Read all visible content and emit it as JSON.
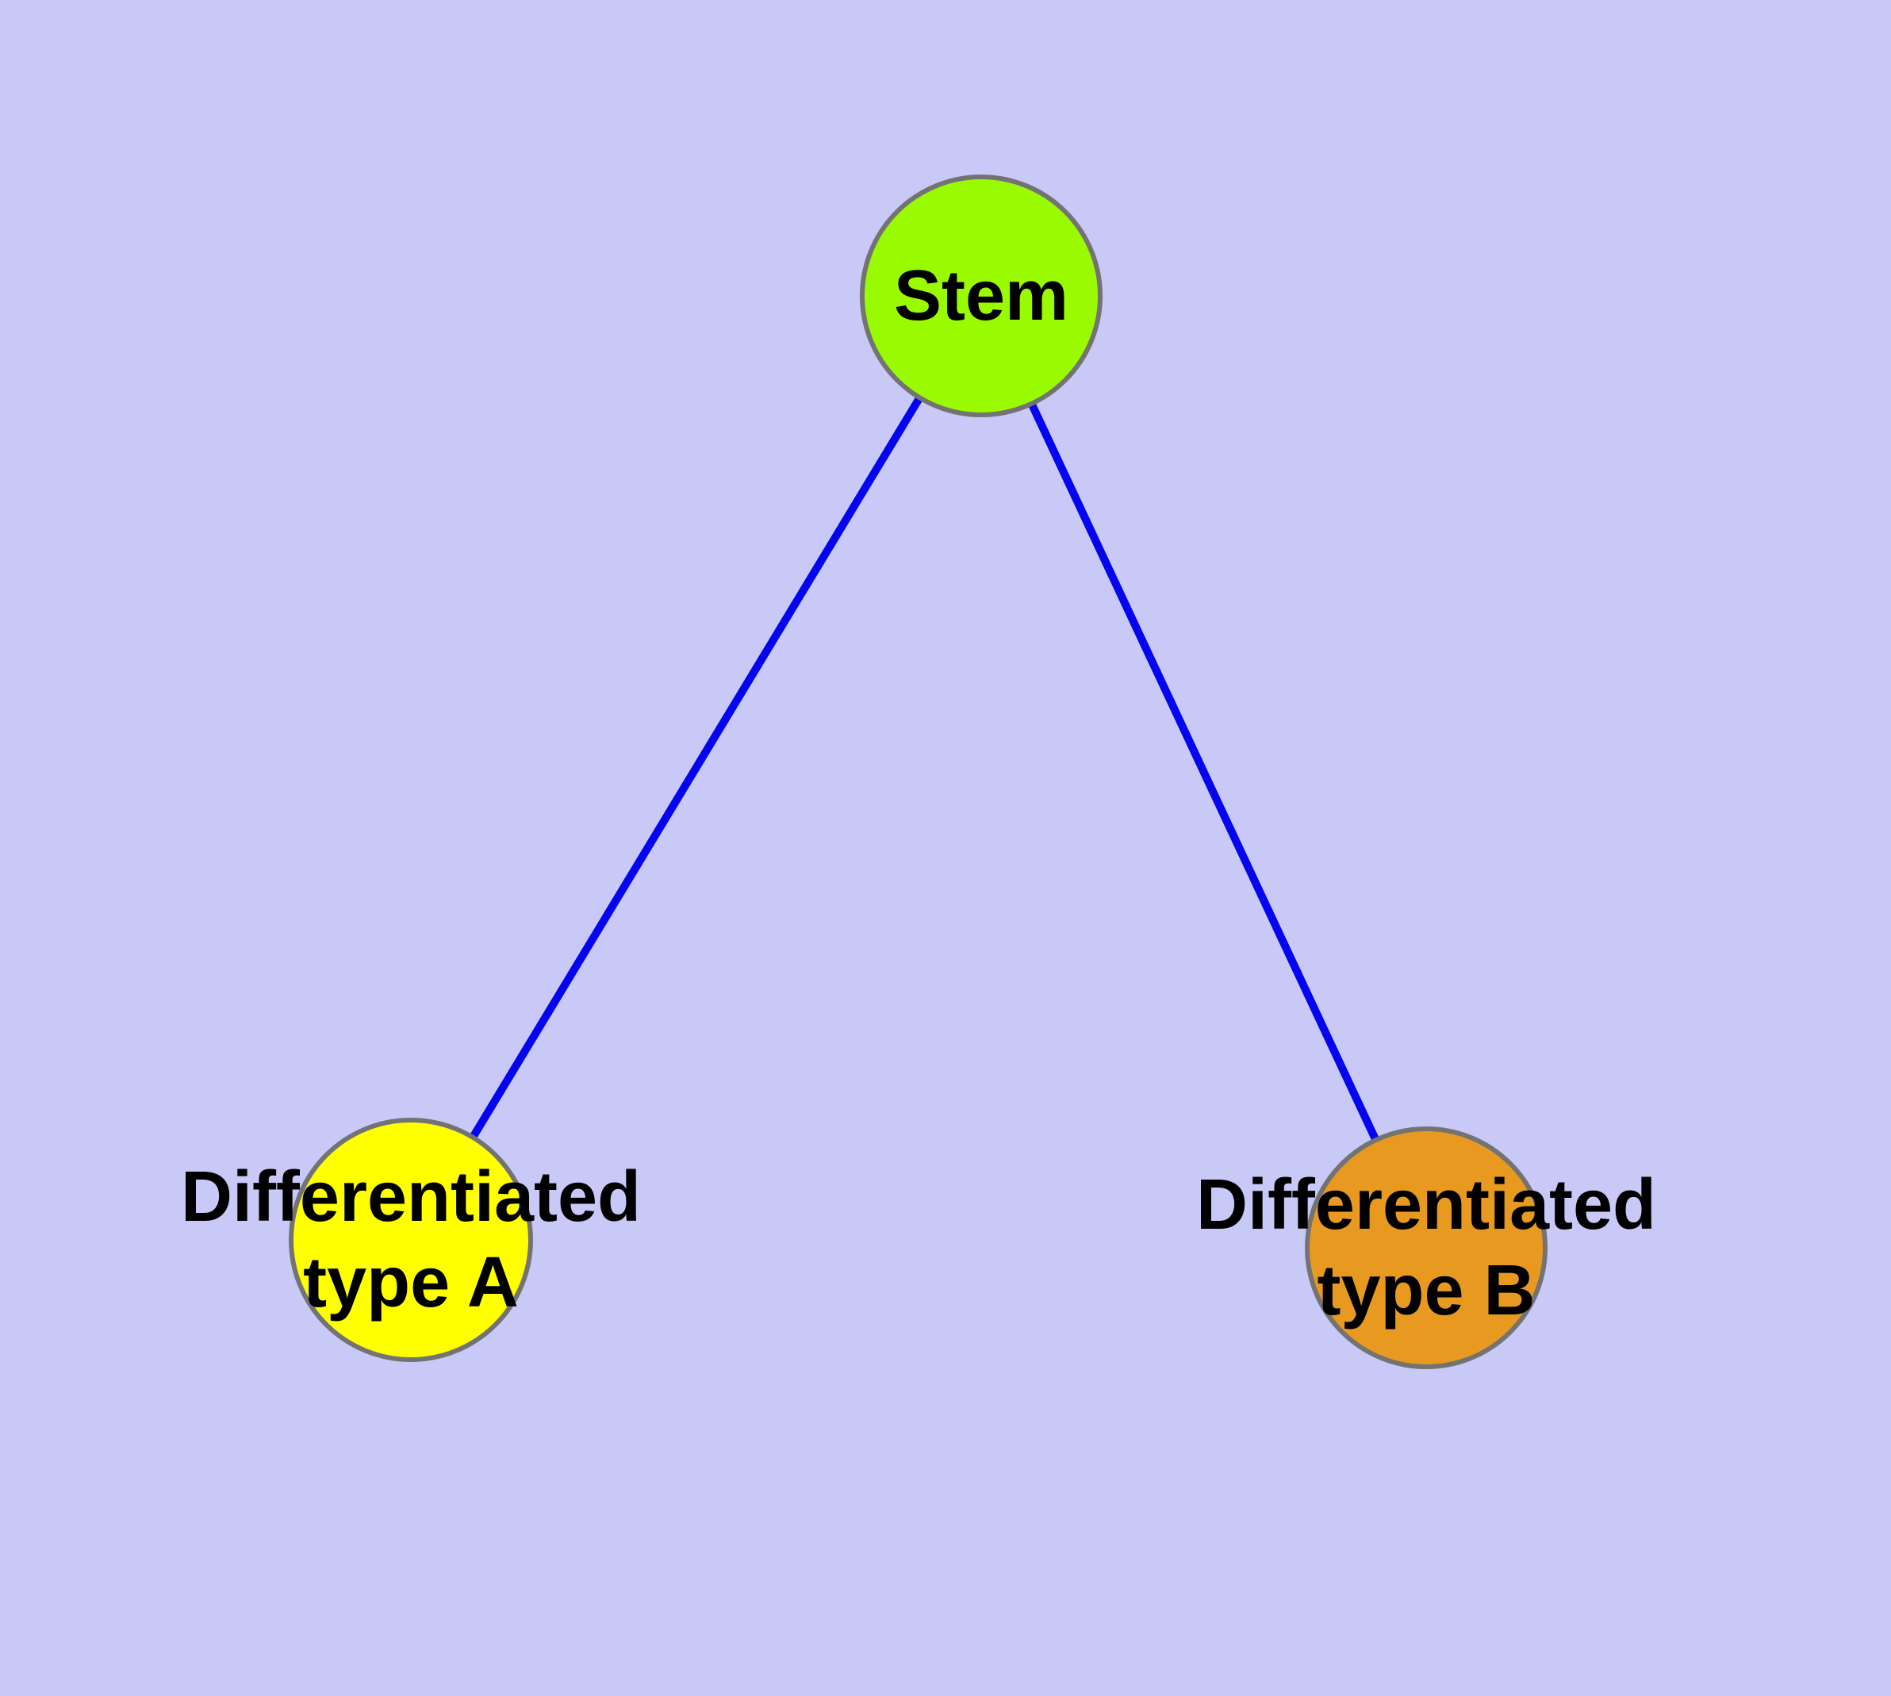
{
  "background_color": "#C9C9F8",
  "diagram": {
    "type": "node-link-graph",
    "edge_color": "#0404F0",
    "node_border_color": "#737373",
    "label_color": "#000000",
    "nodes": [
      {
        "id": "stem",
        "label": "Stem",
        "fill": "#9AFB01"
      },
      {
        "id": "differentiated-type-a",
        "label_line1": "Differentiated",
        "label_line2": "type A",
        "fill": "#FFFF00"
      },
      {
        "id": "differentiated-type-b",
        "label_line1": "Differentiated",
        "label_line2": "type B",
        "fill": "#E89A20"
      }
    ],
    "edges": [
      {
        "from": "stem",
        "to": "differentiated-type-a"
      },
      {
        "from": "stem",
        "to": "differentiated-type-b"
      }
    ]
  }
}
